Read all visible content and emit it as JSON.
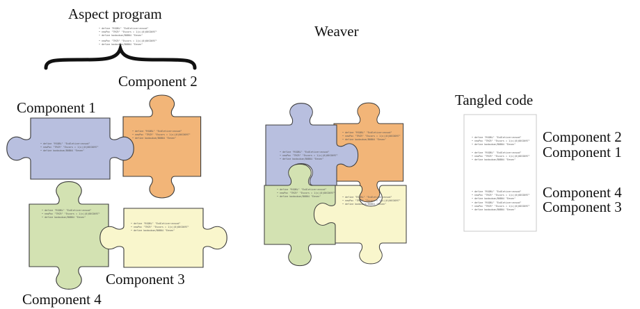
{
  "labels": {
    "aspect_program": "Aspect program",
    "weaver": "Weaver",
    "tangled_code": "Tangled code",
    "component_1": "Component 1",
    "component_2": "Component 2",
    "component_3": "Component 3",
    "component_4": "Component 4"
  },
  "tangled_labels": [
    "Component 2",
    "Component 1",
    "Component 4",
    "Component 3"
  ],
  "code_snippet": [
    "• define \"RS0BL\" \"Exäleticer=exsod\"",
    "• newPoc \"TRCR\" \"Escors = 1(x)(0)00C0097\"",
    "• define bodoubue/B0B04 \"Eeven\""
  ],
  "colors": {
    "component_1": "#b8bfdf",
    "component_2": "#f2b578",
    "component_3": "#f9f6cc",
    "component_4": "#d3e2b2",
    "stroke": "#3b3b3b"
  }
}
